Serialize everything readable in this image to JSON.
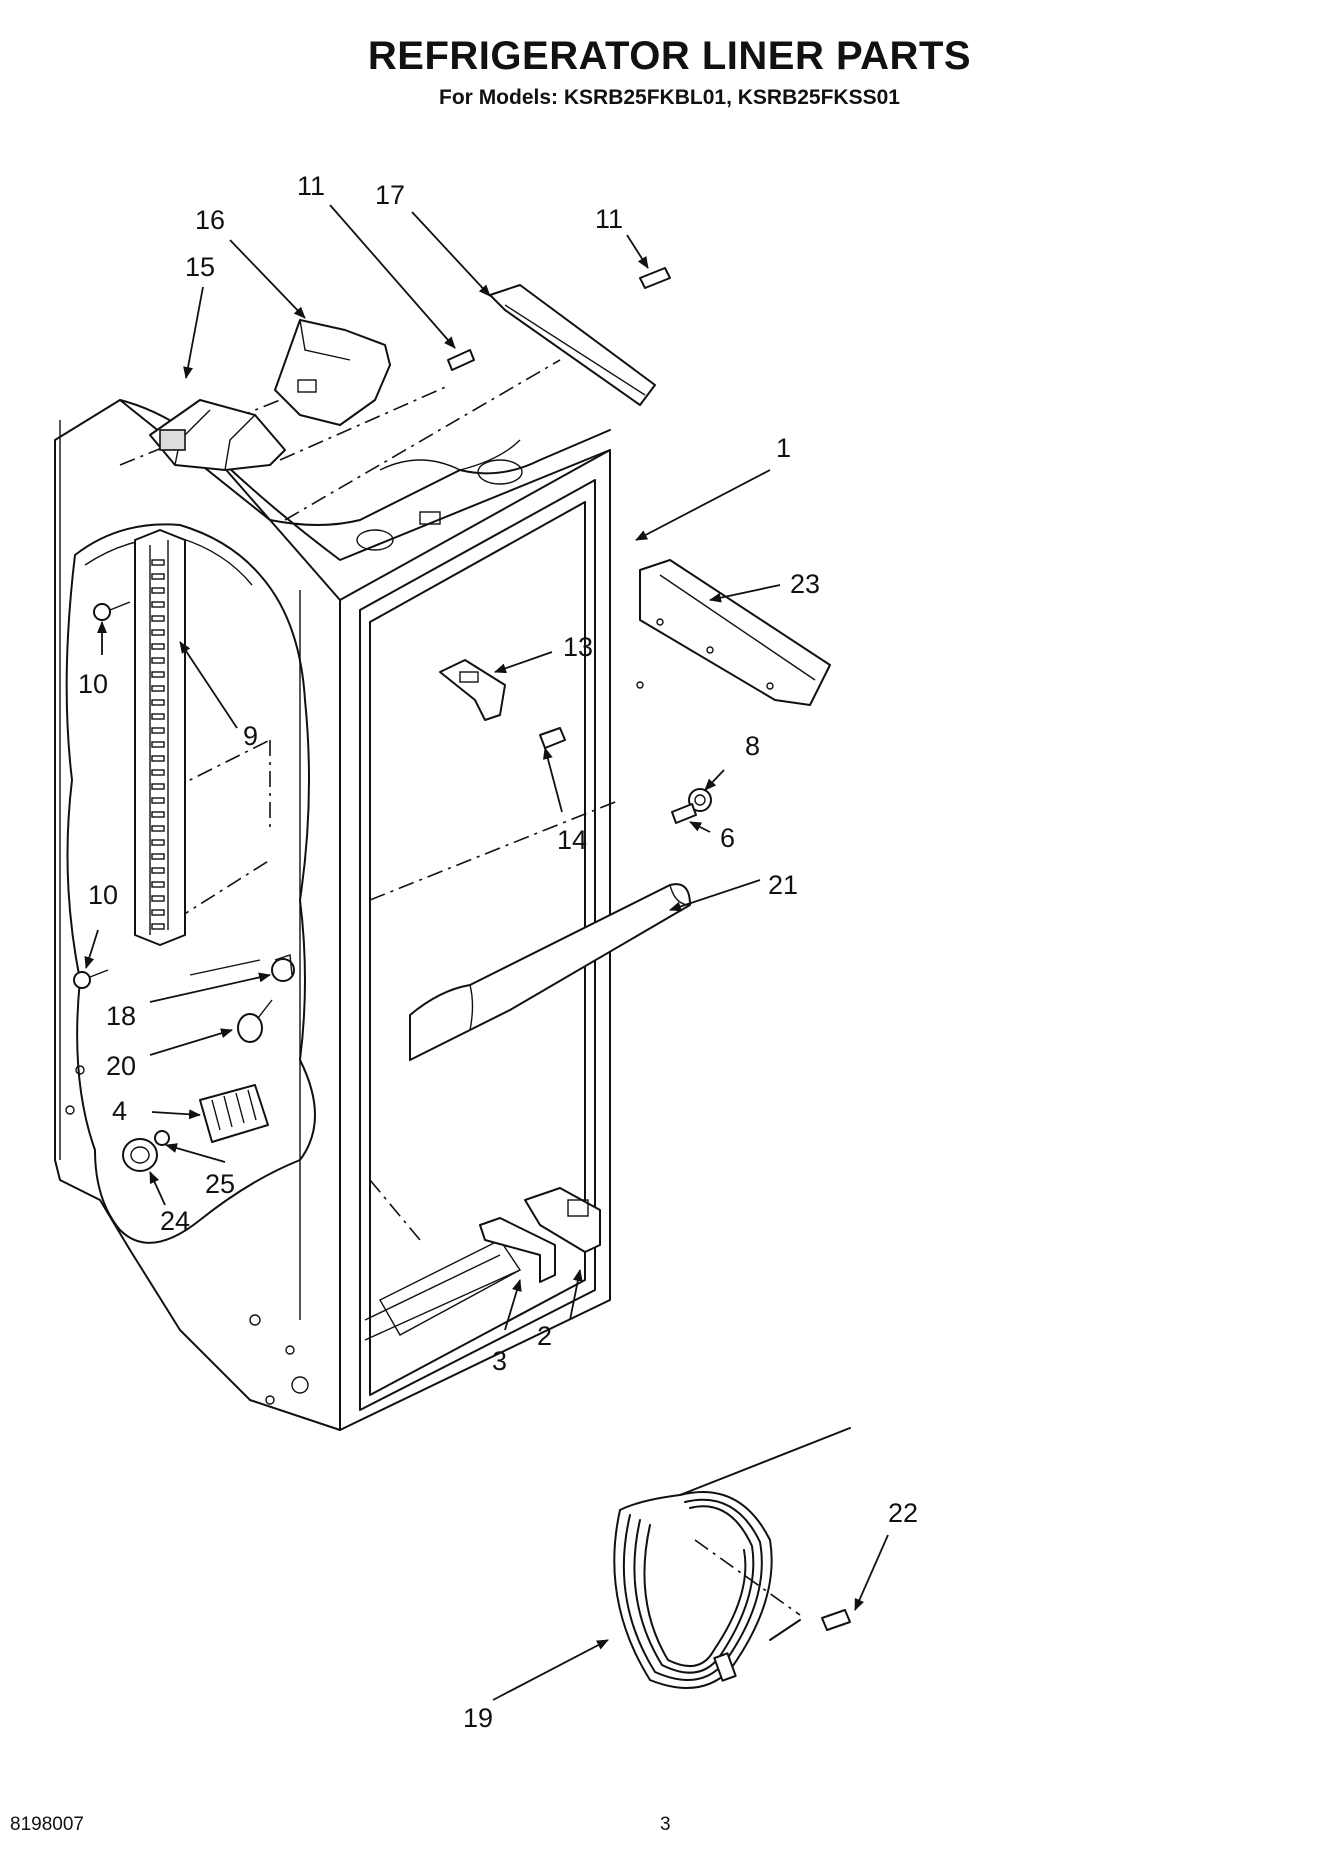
{
  "title": "REFRIGERATOR LINER PARTS",
  "subtitle": "For Models: KSRB25FKBL01, KSRB25FKSS01",
  "footer": {
    "doc_number": "8198007",
    "page": "3"
  },
  "callouts": [
    "1",
    "2",
    "3",
    "4",
    "6",
    "8",
    "9",
    "10",
    "10",
    "11",
    "11",
    "13",
    "14",
    "15",
    "16",
    "17",
    "18",
    "19",
    "20",
    "21",
    "22",
    "23",
    "24",
    "25"
  ]
}
